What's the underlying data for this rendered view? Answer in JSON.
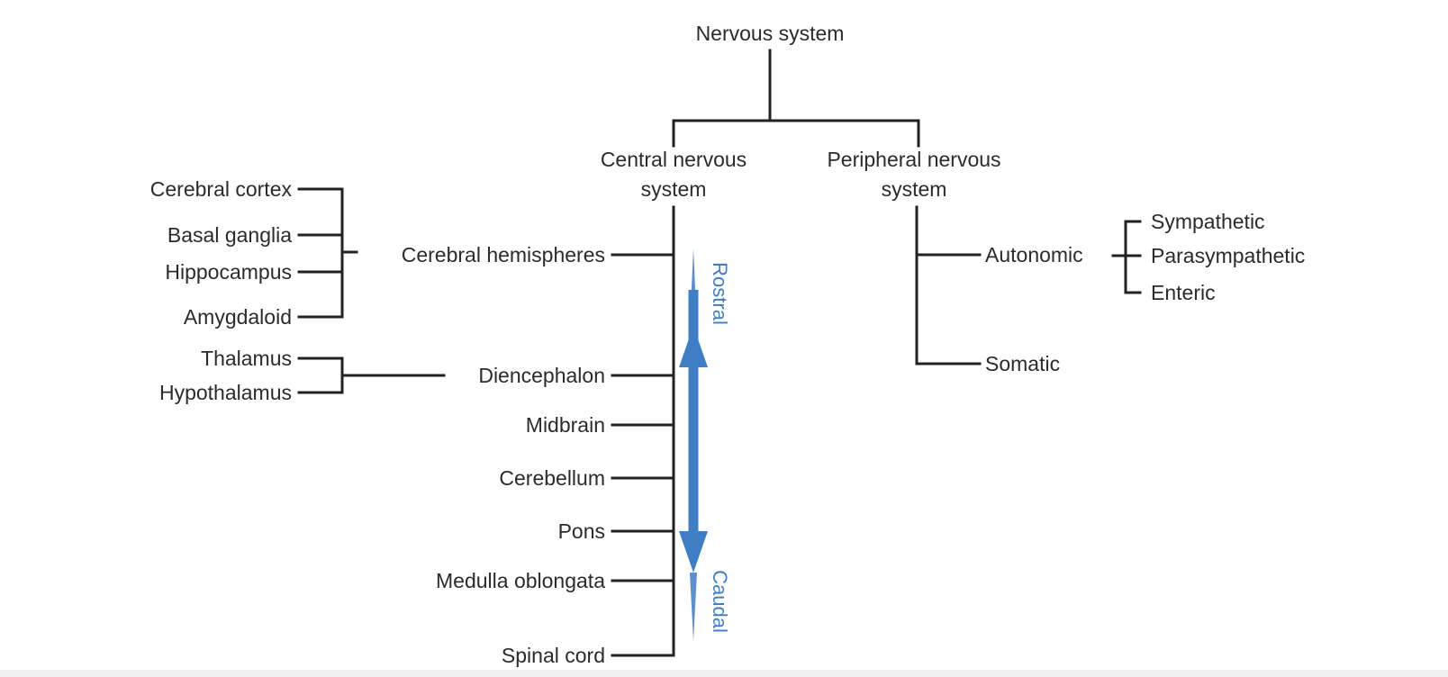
{
  "diagram": {
    "root": "Nervous system",
    "divisions": {
      "cns": {
        "line1": "Central nervous",
        "line2": "system"
      },
      "pns": {
        "line1": "Peripheral nervous",
        "line2": "system"
      }
    },
    "cns_regions": {
      "cerebral_hemispheres": "Cerebral hemispheres",
      "diencephalon": "Diencephalon",
      "midbrain": "Midbrain",
      "cerebellum": "Cerebellum",
      "pons": "Pons",
      "medulla": "Medulla oblongata",
      "spinal_cord": "Spinal cord"
    },
    "cerebral_parts": {
      "cortex": "Cerebral cortex",
      "basal_ganglia": "Basal ganglia",
      "hippocampus": "Hippocampus",
      "amygdaloid": "Amygdaloid"
    },
    "diencephalon_parts": {
      "thalamus": "Thalamus",
      "hypothalamus": "Hypothalamus"
    },
    "pns_branches": {
      "autonomic": "Autonomic",
      "somatic": "Somatic"
    },
    "autonomic_parts": {
      "sympathetic": "Sympathetic",
      "parasympathetic": "Parasympathetic",
      "enteric": "Enteric"
    },
    "axis": {
      "rostral": "Rostral",
      "caudal": "Caudal",
      "arrow_color": "#3f7ec4"
    }
  }
}
